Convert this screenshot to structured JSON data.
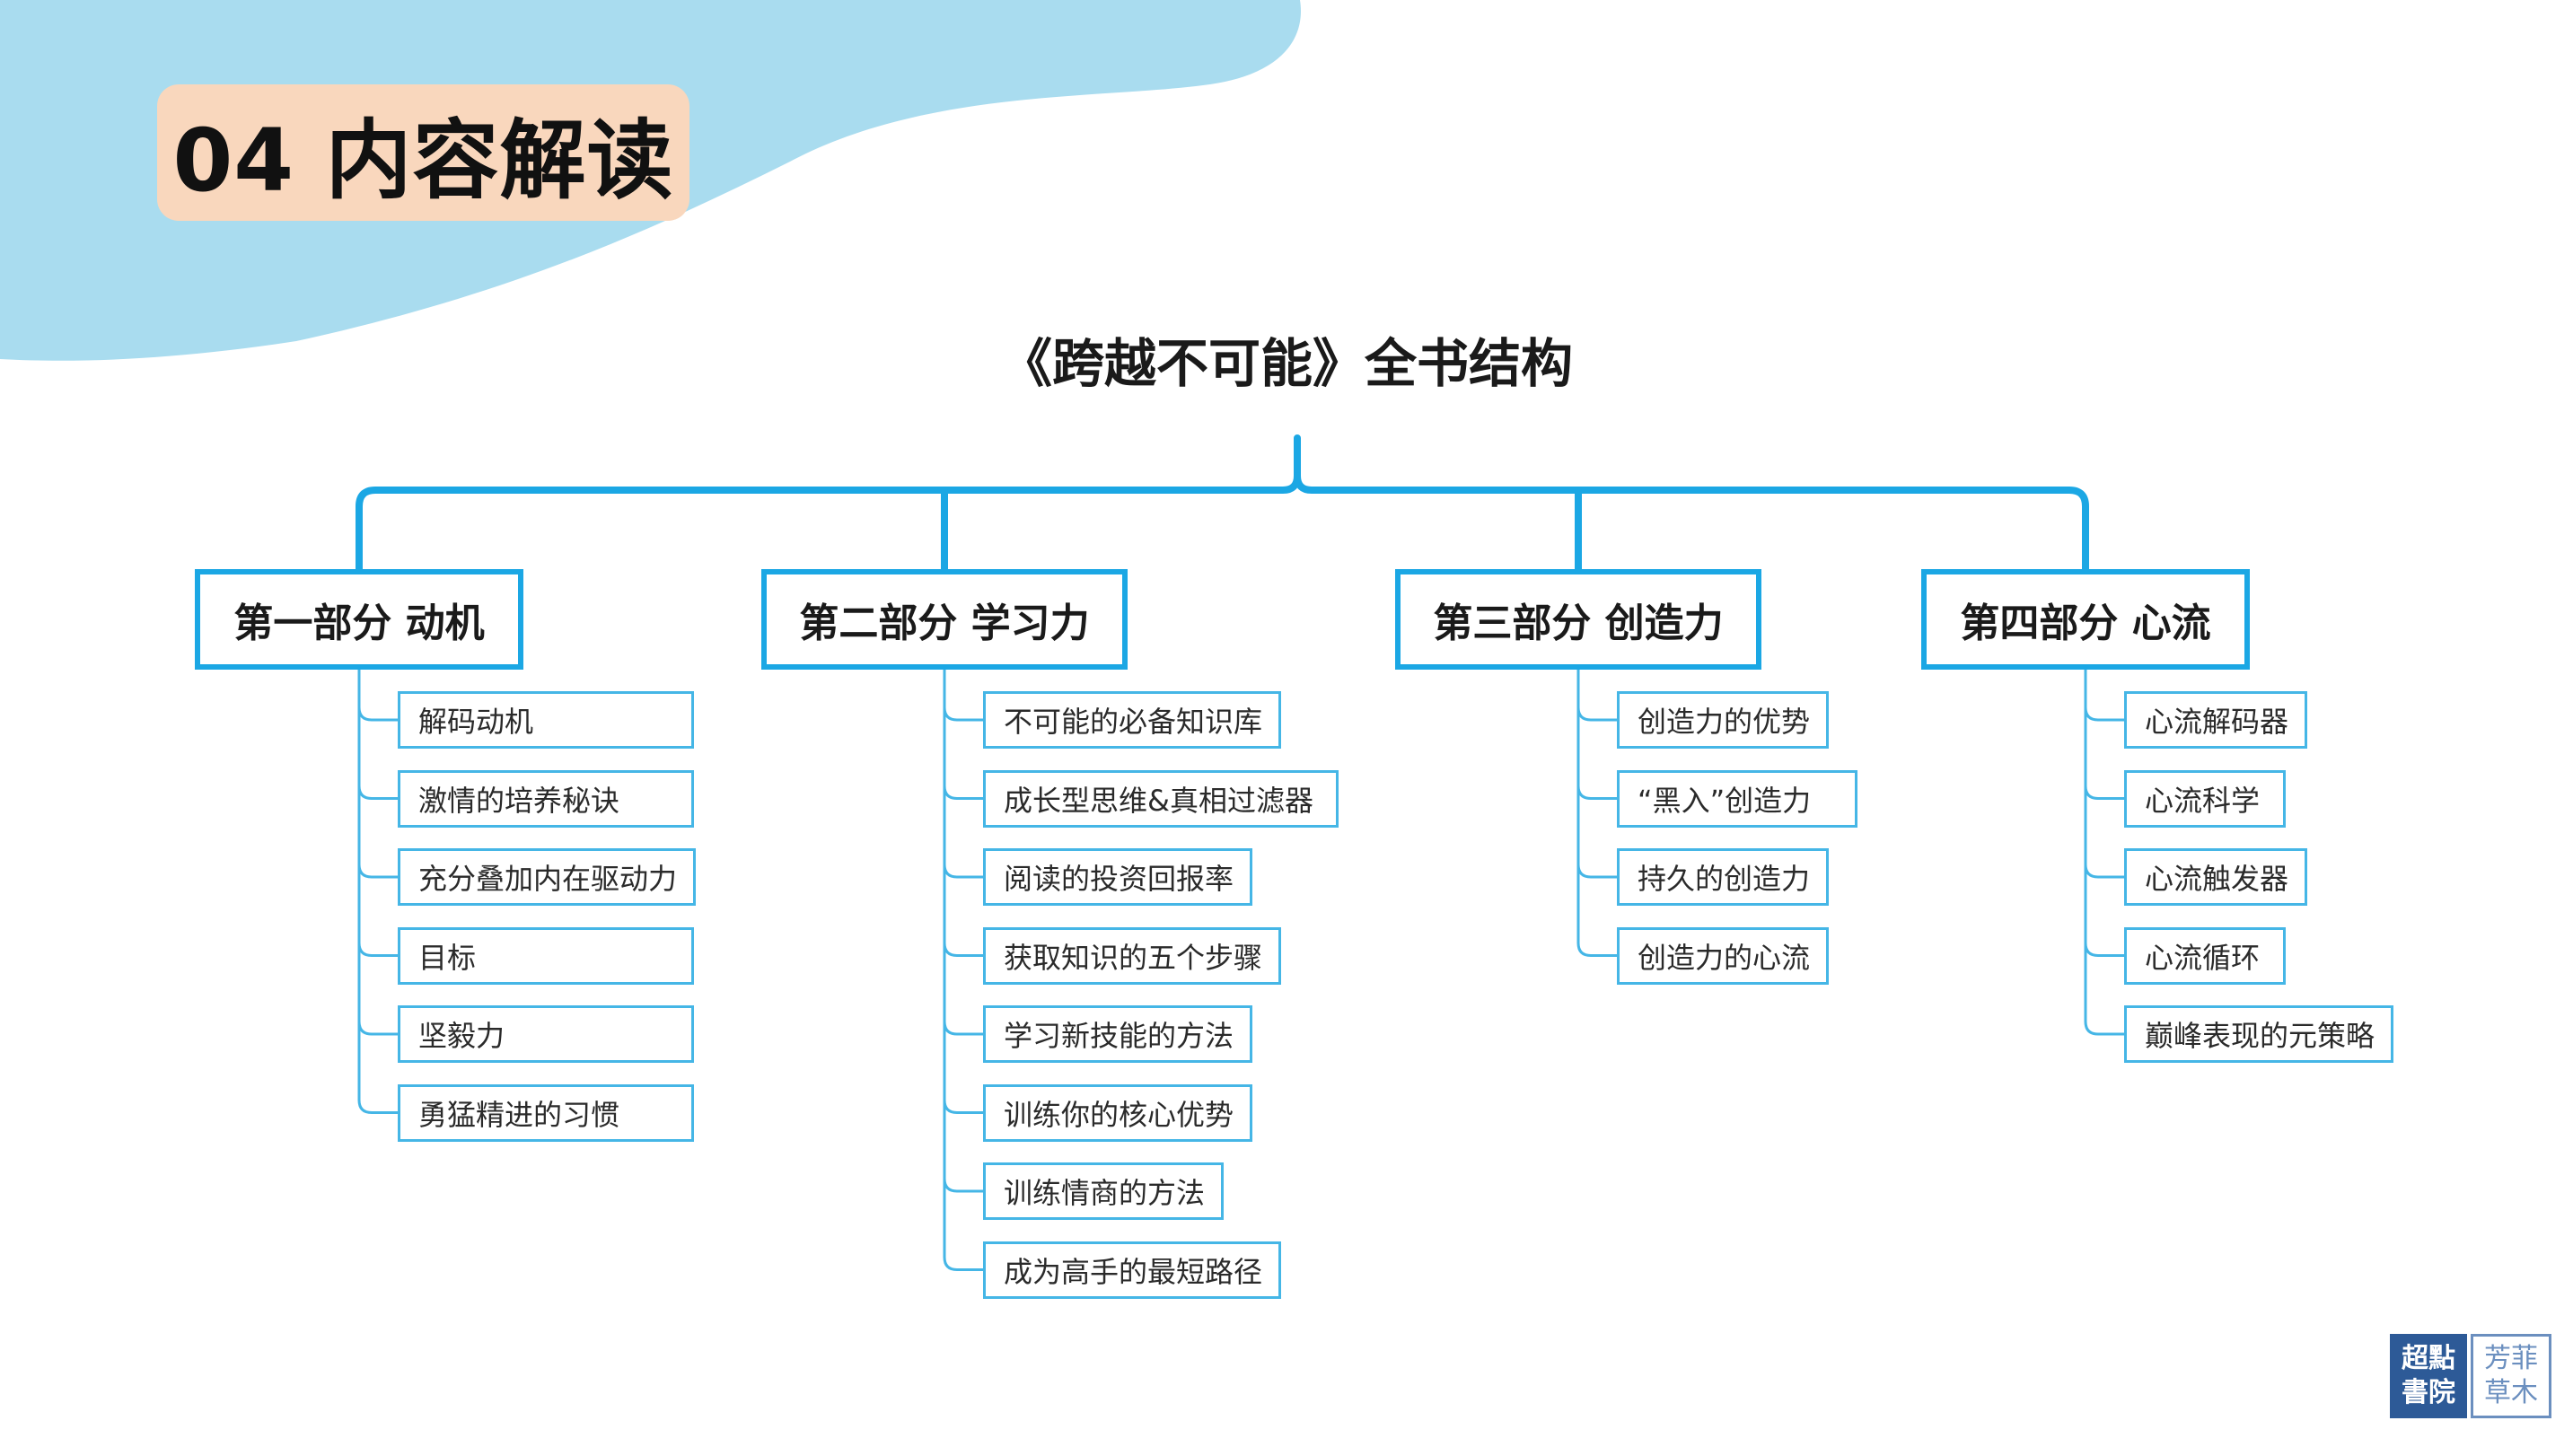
{
  "section_tag": "04 内容解读",
  "diagram_title": "《跨越不可能》全书结构",
  "branches": [
    {
      "label": "第一部分 动机",
      "items": [
        "解码动机",
        "激情的培养秘诀",
        "充分叠加内在驱动力",
        "目标",
        "坚毅力",
        "勇猛精进的习惯"
      ]
    },
    {
      "label": "第二部分 学习力",
      "items": [
        "不可能的必备知识库",
        "成长型思维&真相过滤器",
        "阅读的投资回报率",
        "获取知识的五个步骤",
        "学习新技能的方法",
        "训练你的核心优势",
        "训练情商的方法",
        "成为高手的最短路径"
      ]
    },
    {
      "label": "第三部分 创造力",
      "items": [
        "创造力的优势",
        "“黑入”创造力",
        "持久的创造力",
        "创造力的心流"
      ]
    },
    {
      "label": "第四部分 心流",
      "items": [
        "心流解码器",
        "心流科学",
        "心流触发器",
        "心流循环",
        "巅峰表现的元策略"
      ]
    }
  ],
  "logo": {
    "left_chars": [
      "超點",
      "書院"
    ],
    "right_chars": [
      "芳菲",
      "草木"
    ]
  },
  "colors": {
    "connector": "#1ba7e4",
    "leaf_border": "#45b6e6",
    "blob": "#a9dcef",
    "tag_bg": "#f9d7bd"
  }
}
